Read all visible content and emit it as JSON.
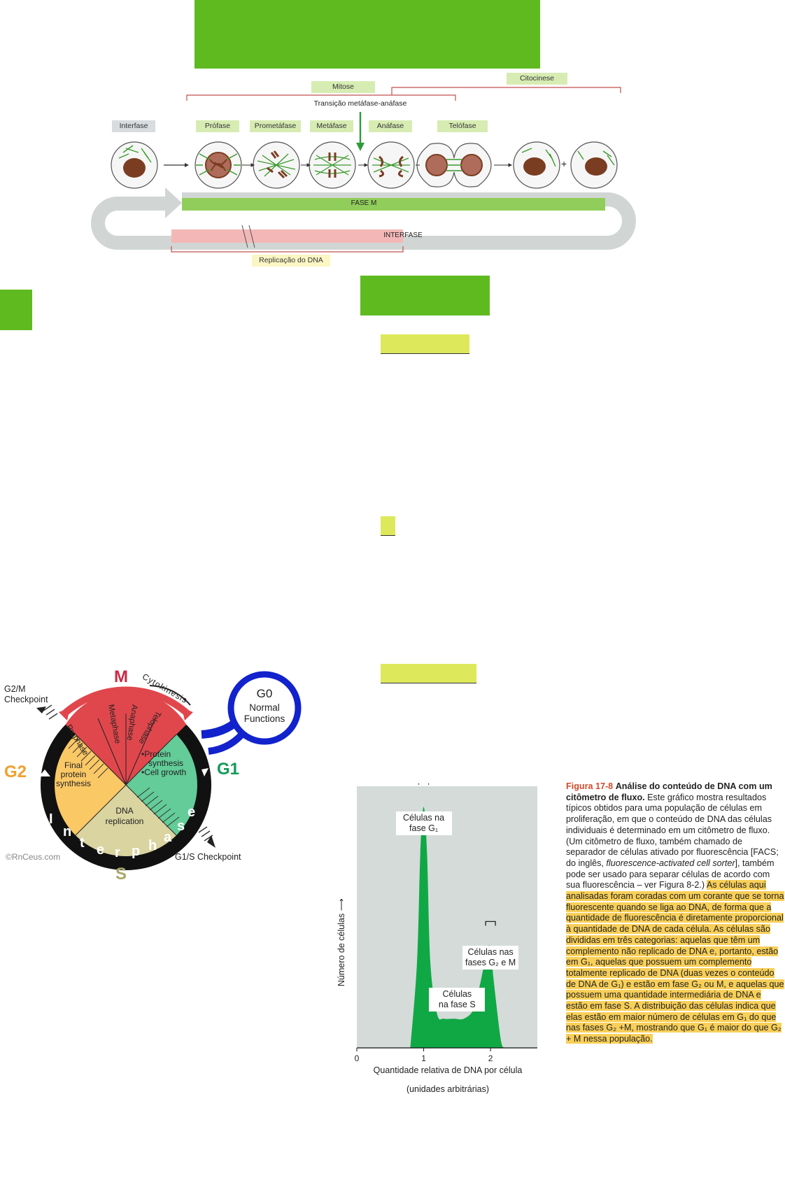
{
  "mitosis_diagram": {
    "labels": {
      "mitose": "Mitose",
      "citocinese": "Citocinese",
      "transicao": "Transição metáfase-anáfase",
      "interfase_tag": "Interfase",
      "profase": "Prófase",
      "prometafase": "Prometáfase",
      "metafase": "Metáfase",
      "anafase": "Anáfase",
      "telofase": "Telófase",
      "plus": "+",
      "fase_m": "FASE M",
      "interfase_bar": "INTERFASE",
      "replicacao": "Replicação do DNA"
    },
    "colors": {
      "green_box": "#5fba1f",
      "m_bar": "#90cd5a",
      "interphase_bar": "#f4b7b7",
      "cycle_arrow": "#d1d6d4",
      "nucleus": "#7a3d22",
      "spindle": "#3a9a2c"
    }
  },
  "cycle_diagram": {
    "phase_letters": {
      "m": "M",
      "g1": "G1",
      "g2": "G2",
      "s": "S"
    },
    "segments": {
      "prophase": "Prophase",
      "metaphase": "Metaphase",
      "anaphase": "Anaphase",
      "telophase": "Telophase"
    },
    "g1_items": [
      "•Protein",
      "synthesis",
      "•Cell growth"
    ],
    "g2_text": [
      "Final",
      "protein",
      "synthesis"
    ],
    "s_text": [
      "DNA",
      "replication"
    ],
    "g0_title": "G0",
    "g0_text": [
      "Normal",
      "Functions"
    ],
    "cytokinesis": "Cytokinesis",
    "interphase_letters": [
      "I",
      "n",
      "t",
      "e",
      "r",
      "p",
      "h",
      "a",
      "s",
      "e"
    ],
    "g2m_checkpoint": [
      "G2/M",
      "Checkpoint"
    ],
    "g1s_checkpoint": "G1/S Checkpoint",
    "copyright": "©RnCeus.com",
    "colors": {
      "m": "#e0474c",
      "g1": "#63cc98",
      "g2": "#fbc866",
      "s": "#d9d4a0",
      "g0": "#1222cc",
      "m_letter": "#cc2a44",
      "g1_letter": "#159a5a",
      "g2_letter": "#f0a030",
      "s_letter": "#a8a66a"
    }
  },
  "chart_data": {
    "type": "area",
    "xlabel": "Quantidade relativa de DNA por célula",
    "xlabel2": "(unidades arbitrárias)",
    "ylabel": "Número de células",
    "xticks": [
      "0",
      "1",
      "2"
    ],
    "xlim": [
      0,
      2.7
    ],
    "ylim": [
      0,
      1
    ],
    "x": [
      0.8,
      0.9,
      0.95,
      1.0,
      1.05,
      1.1,
      1.2,
      1.3,
      1.45,
      1.6,
      1.75,
      1.85,
      1.95,
      2.0,
      2.05,
      2.15,
      2.2
    ],
    "y": [
      0.0,
      0.35,
      0.8,
      0.99,
      0.8,
      0.35,
      0.14,
      0.12,
      0.12,
      0.12,
      0.16,
      0.27,
      0.4,
      0.41,
      0.27,
      0.04,
      0.0
    ],
    "annotations": [
      {
        "label": [
          "Células na",
          "fase G₁"
        ],
        "at": 1.0
      },
      {
        "label": [
          "Células nas",
          "fases G₂ e M"
        ],
        "at": 2.0
      },
      {
        "label": [
          "Células",
          "na fase S"
        ],
        "at": 1.5
      }
    ],
    "colors": {
      "fill": "#10a845",
      "bg": "#d4dbd9"
    }
  },
  "caption": {
    "figure_no": "Figura 17-8",
    "title": "Análise do conteúdo de DNA com um citômetro de fluxo.",
    "body_plain": "Este gráfico mostra resultados típicos obtidos para uma população de células em proliferação, em que o conteúdo de DNA das células individuais é determinado em um citômetro de fluxo. (Um citômetro de fluxo, também chamado de separador de células ativado por fluorescência [FACS; do inglês,",
    "body_italic": "fluorescence-activated cell sorter",
    "body_plain2": "], também pode ser usado para separar células de acordo com sua fluorescência – ver Figura 8-2.)",
    "body_highlight": "As células aqui analisadas foram coradas com um corante que se torna fluorescente quando se liga ao DNA, de forma que a quantidade de fluorescência é diretamente proporcional à quantidade de DNA de cada célula. As células são divididas em três categorias: aquelas que têm um complemento não replicado de DNA e, portanto, estão em G₁, aquelas que possuem um complemento totalmente replicado de DNA (duas vezes o conteúdo de DNA de G₁) e estão em fase G₂ ou M, e aquelas que possuem uma quantidade intermediária de DNA e estão em fase S. A distribuição das células indica que elas estão em maior número de células em G₁ do que nas fases G₂ +M, mostrando que G₁ é maior do que G₂ + M nessa população."
  }
}
